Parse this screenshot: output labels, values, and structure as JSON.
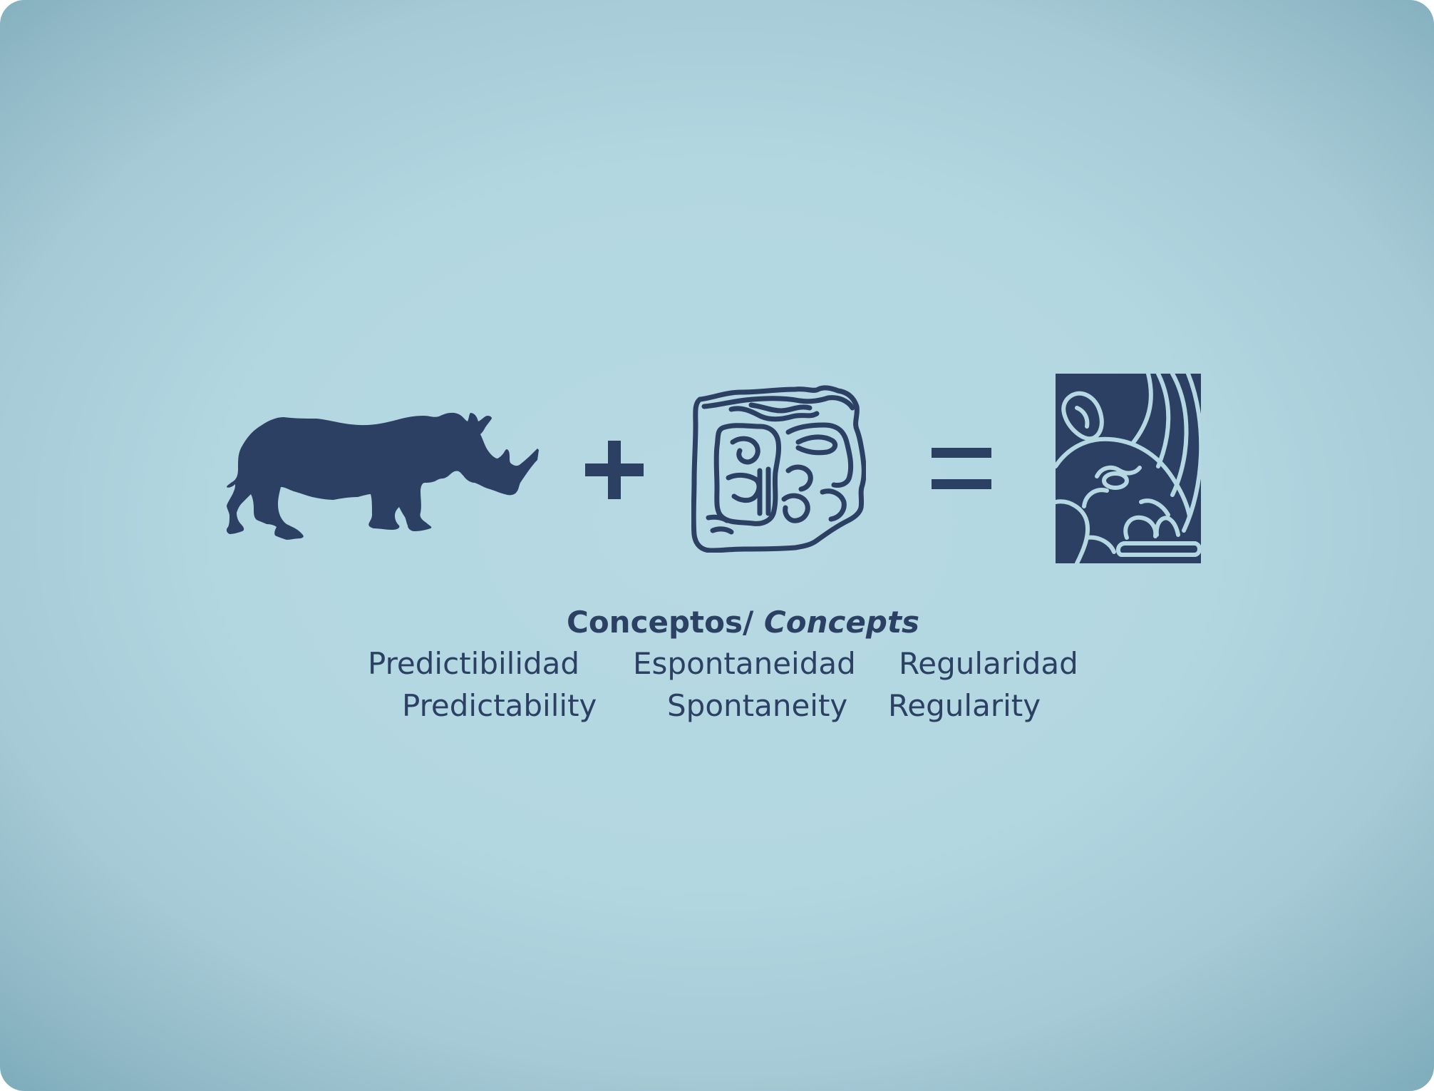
{
  "colors": {
    "ink": "#2c4063",
    "glyph_line": "#b5d8e2"
  },
  "equation": {
    "left_icon": "rhino-silhouette",
    "middle_icon": "maya-glyph",
    "result_icon": "stylized-glyph-logo",
    "plus": "+",
    "equals": "="
  },
  "concepts": {
    "title_es": "Conceptos/",
    "title_en": "Concepts",
    "row_es": [
      "Predictibilidad",
      "Espontaneidad",
      "Regularidad"
    ],
    "row_en": [
      "Predictability",
      "Spontaneity",
      "Regularity"
    ]
  }
}
